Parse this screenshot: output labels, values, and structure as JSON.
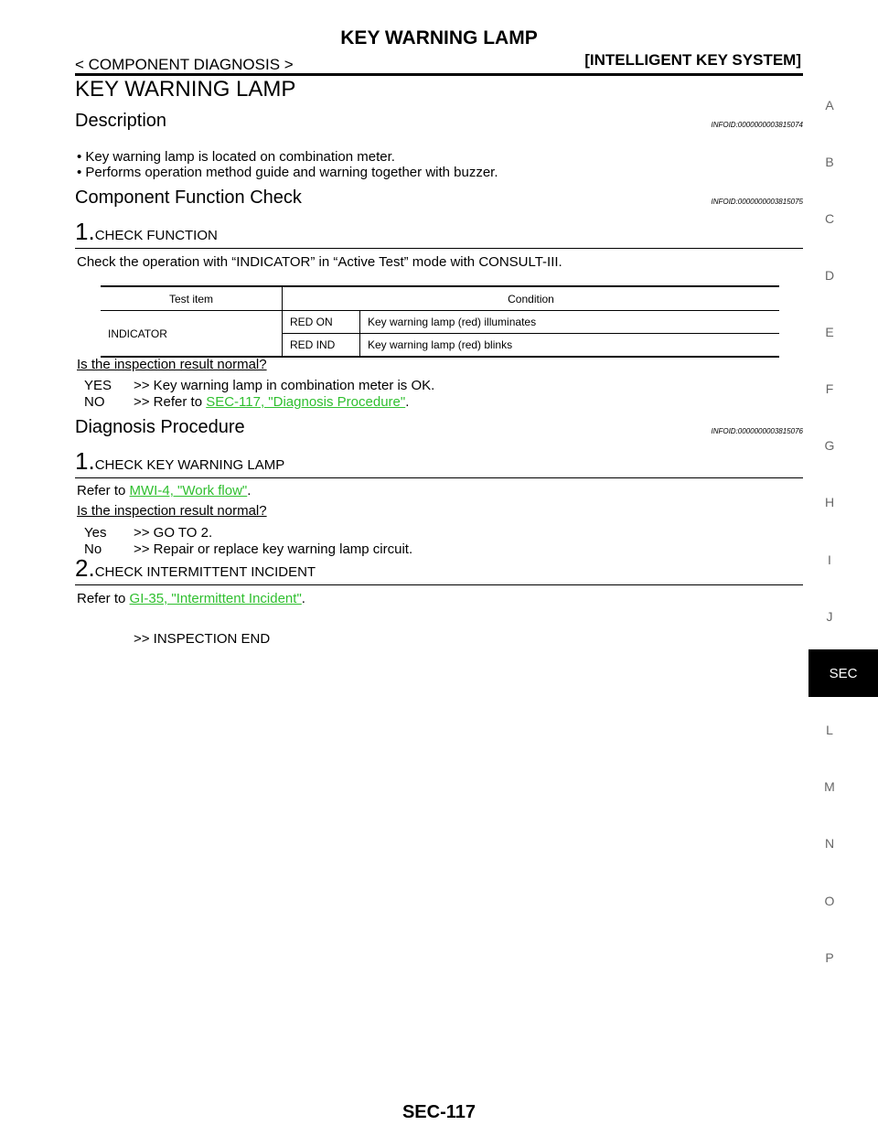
{
  "header": {
    "title": "KEY WARNING LAMP",
    "left": "< COMPONENT DIAGNOSIS >",
    "right": "[INTELLIGENT KEY SYSTEM]"
  },
  "page_title": "KEY WARNING LAMP",
  "description": {
    "heading": "Description",
    "infoid": "INFOID:0000000003815074",
    "bullets": [
      "Key warning lamp is located on combination meter.",
      "Performs operation method guide and warning together with buzzer."
    ]
  },
  "component_check": {
    "heading": "Component Function Check",
    "infoid": "INFOID:0000000003815075",
    "step1": {
      "num": "1.",
      "title": "CHECK FUNCTION"
    },
    "instruction": "Check the operation with “INDICATOR” in “Active Test” mode with CONSULT-III.",
    "table": {
      "col_test_item": "Test item",
      "col_condition": "Condition",
      "item": "INDICATOR",
      "rows": [
        {
          "mode": "RED ON",
          "result": "Key warning lamp (red) illuminates"
        },
        {
          "mode": "RED IND",
          "result": "Key warning lamp (red) blinks"
        }
      ]
    },
    "question": "Is the inspection result normal?",
    "yes_key": "YES",
    "yes_text": ">> Key warning lamp in combination meter is OK.",
    "no_key": "NO",
    "no_prefix": ">> Refer to ",
    "no_link": "SEC-117, \"Diagnosis Procedure\"",
    "no_suffix": "."
  },
  "diagnosis": {
    "heading": "Diagnosis Procedure",
    "infoid": "INFOID:0000000003815076",
    "step1": {
      "num": "1.",
      "title": "CHECK KEY WARNING LAMP"
    },
    "step1_prefix": "Refer to ",
    "step1_link": "MWI-4, \"Work flow\"",
    "step1_suffix": ".",
    "question": "Is the inspection result normal?",
    "yes_key": "Yes",
    "yes_text": ">> GO TO 2.",
    "no_key": "No",
    "no_text": ">> Repair or replace key warning lamp circuit.",
    "step2": {
      "num": "2.",
      "title": "CHECK INTERMITTENT INCIDENT"
    },
    "step2_prefix": "Refer to ",
    "step2_link": "GI-35, \"Intermittent Incident\"",
    "step2_suffix": ".",
    "end": ">> INSPECTION END"
  },
  "side_index": [
    "A",
    "B",
    "C",
    "D",
    "E",
    "F",
    "G",
    "H",
    "I",
    "J",
    "L",
    "M",
    "N",
    "O",
    "P"
  ],
  "side_active": "SEC",
  "footer": "SEC-117",
  "colors": {
    "link": "#2fbf2f",
    "tab_bg": "#000000"
  }
}
